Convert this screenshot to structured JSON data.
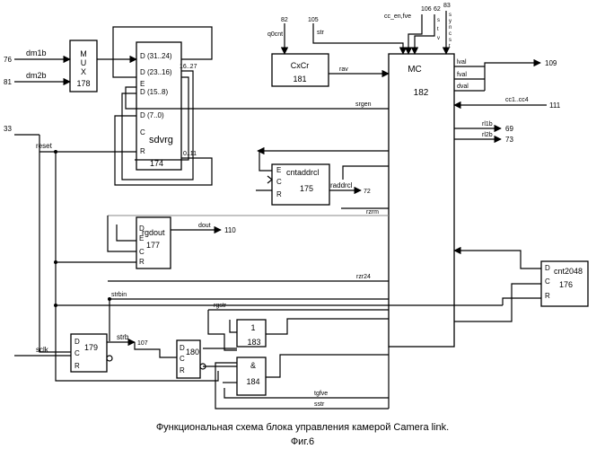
{
  "caption": "Функциональная схема блока управления камерой Camera link.",
  "fig_label": "Фиг.6",
  "blocks": {
    "mux": {
      "letters": [
        "M",
        "U",
        "X"
      ],
      "num": "178"
    },
    "sdvrg": {
      "name": "sdvrg",
      "num": "174",
      "ports": [
        "D (31..24)",
        "D (23..16)",
        "E",
        "D (15..8)",
        "D (7..0)",
        "C",
        "R"
      ]
    },
    "cxcr": {
      "name": "CxCr",
      "num": "181"
    },
    "mc": {
      "name": "MC",
      "num": "182"
    },
    "cntaddrcl": {
      "name": "cntaddrcl",
      "num": "175",
      "ports": [
        "E",
        "C",
        "R"
      ]
    },
    "rgdout": {
      "name": "rgdout",
      "num": "177",
      "ports": [
        "D",
        "E",
        "C",
        "R"
      ]
    },
    "cnt2048": {
      "name": "cnt2048",
      "num": "176",
      "ports": [
        "D",
        "C",
        "R"
      ]
    },
    "t179": {
      "num": "179",
      "ports": [
        "D",
        "C",
        "R"
      ]
    },
    "t180": {
      "num": "180",
      "ports": [
        "D",
        "C",
        "R"
      ]
    },
    "g183": {
      "op": "1",
      "num": "183"
    },
    "g184": {
      "op": "&",
      "num": "184"
    }
  },
  "inputs": {
    "n76": "76",
    "dm1b": "dm1b",
    "n81": "81",
    "dm2b": "dm2b",
    "n33": "33",
    "reset": "reset",
    "sclk": "sclk",
    "n82": "82",
    "q0cnt": "q0cnt",
    "n105": "105",
    "str": "str",
    "cc_en_fve": "cc_en,fve",
    "n106": "106",
    "n62": "62",
    "n83": "83",
    "s_letters": [
      "s",
      "t",
      "v"
    ],
    "sync_letters": [
      "s",
      "y",
      "n",
      "c",
      "s",
      "t"
    ],
    "cc1_cc4": "cc1..cc4",
    "n111": "111"
  },
  "signals": {
    "bus16_27": "16..27",
    "bus0_11": "0..11",
    "rav": "rav",
    "srgen": "srgen",
    "lval": "lval",
    "fval": "fval",
    "dval": "dval",
    "n109": "109",
    "rl1b": "rl1b",
    "n69": "69",
    "rl2b": "rl2b",
    "n73": "73",
    "raddrcl": "raddrcl",
    "n72": "72",
    "rzrm": "rzrm",
    "dout": "dout",
    "n110": "110",
    "rzr24": "rzr24",
    "strbin": "strbin",
    "rgstr": "rgstr",
    "strb": "strb",
    "n107": "107",
    "tgfve": "tgfve",
    "sstr": "sstr"
  }
}
